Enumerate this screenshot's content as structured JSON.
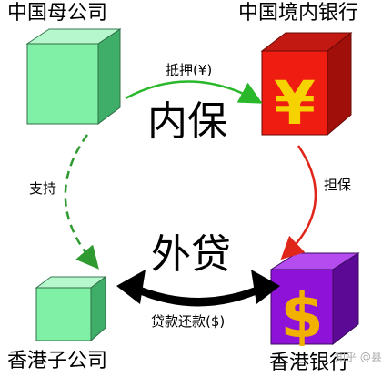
{
  "nodes": {
    "parent_company": "中国母公司",
    "domestic_bank": "中国境内银行",
    "hk_subsidiary": "香港子公司",
    "hk_bank": "香港银行"
  },
  "edges": {
    "collateral": "抵押(¥)",
    "support": "支持",
    "guarantee": "担保",
    "loan_repayment": "贷款还款($)"
  },
  "sections": {
    "inner": "内保",
    "outer": "外贷"
  },
  "symbols": {
    "yuan": "¥",
    "dollar": "$"
  },
  "watermark": "知乎 @县",
  "colors": {
    "green_cube_front": "#7ff0a6",
    "red_cube_front": "#ef1c12",
    "purple_cube_front": "#8e12d8",
    "yen_sign": "#f5d200",
    "dollar_sign": "#f2b000"
  }
}
